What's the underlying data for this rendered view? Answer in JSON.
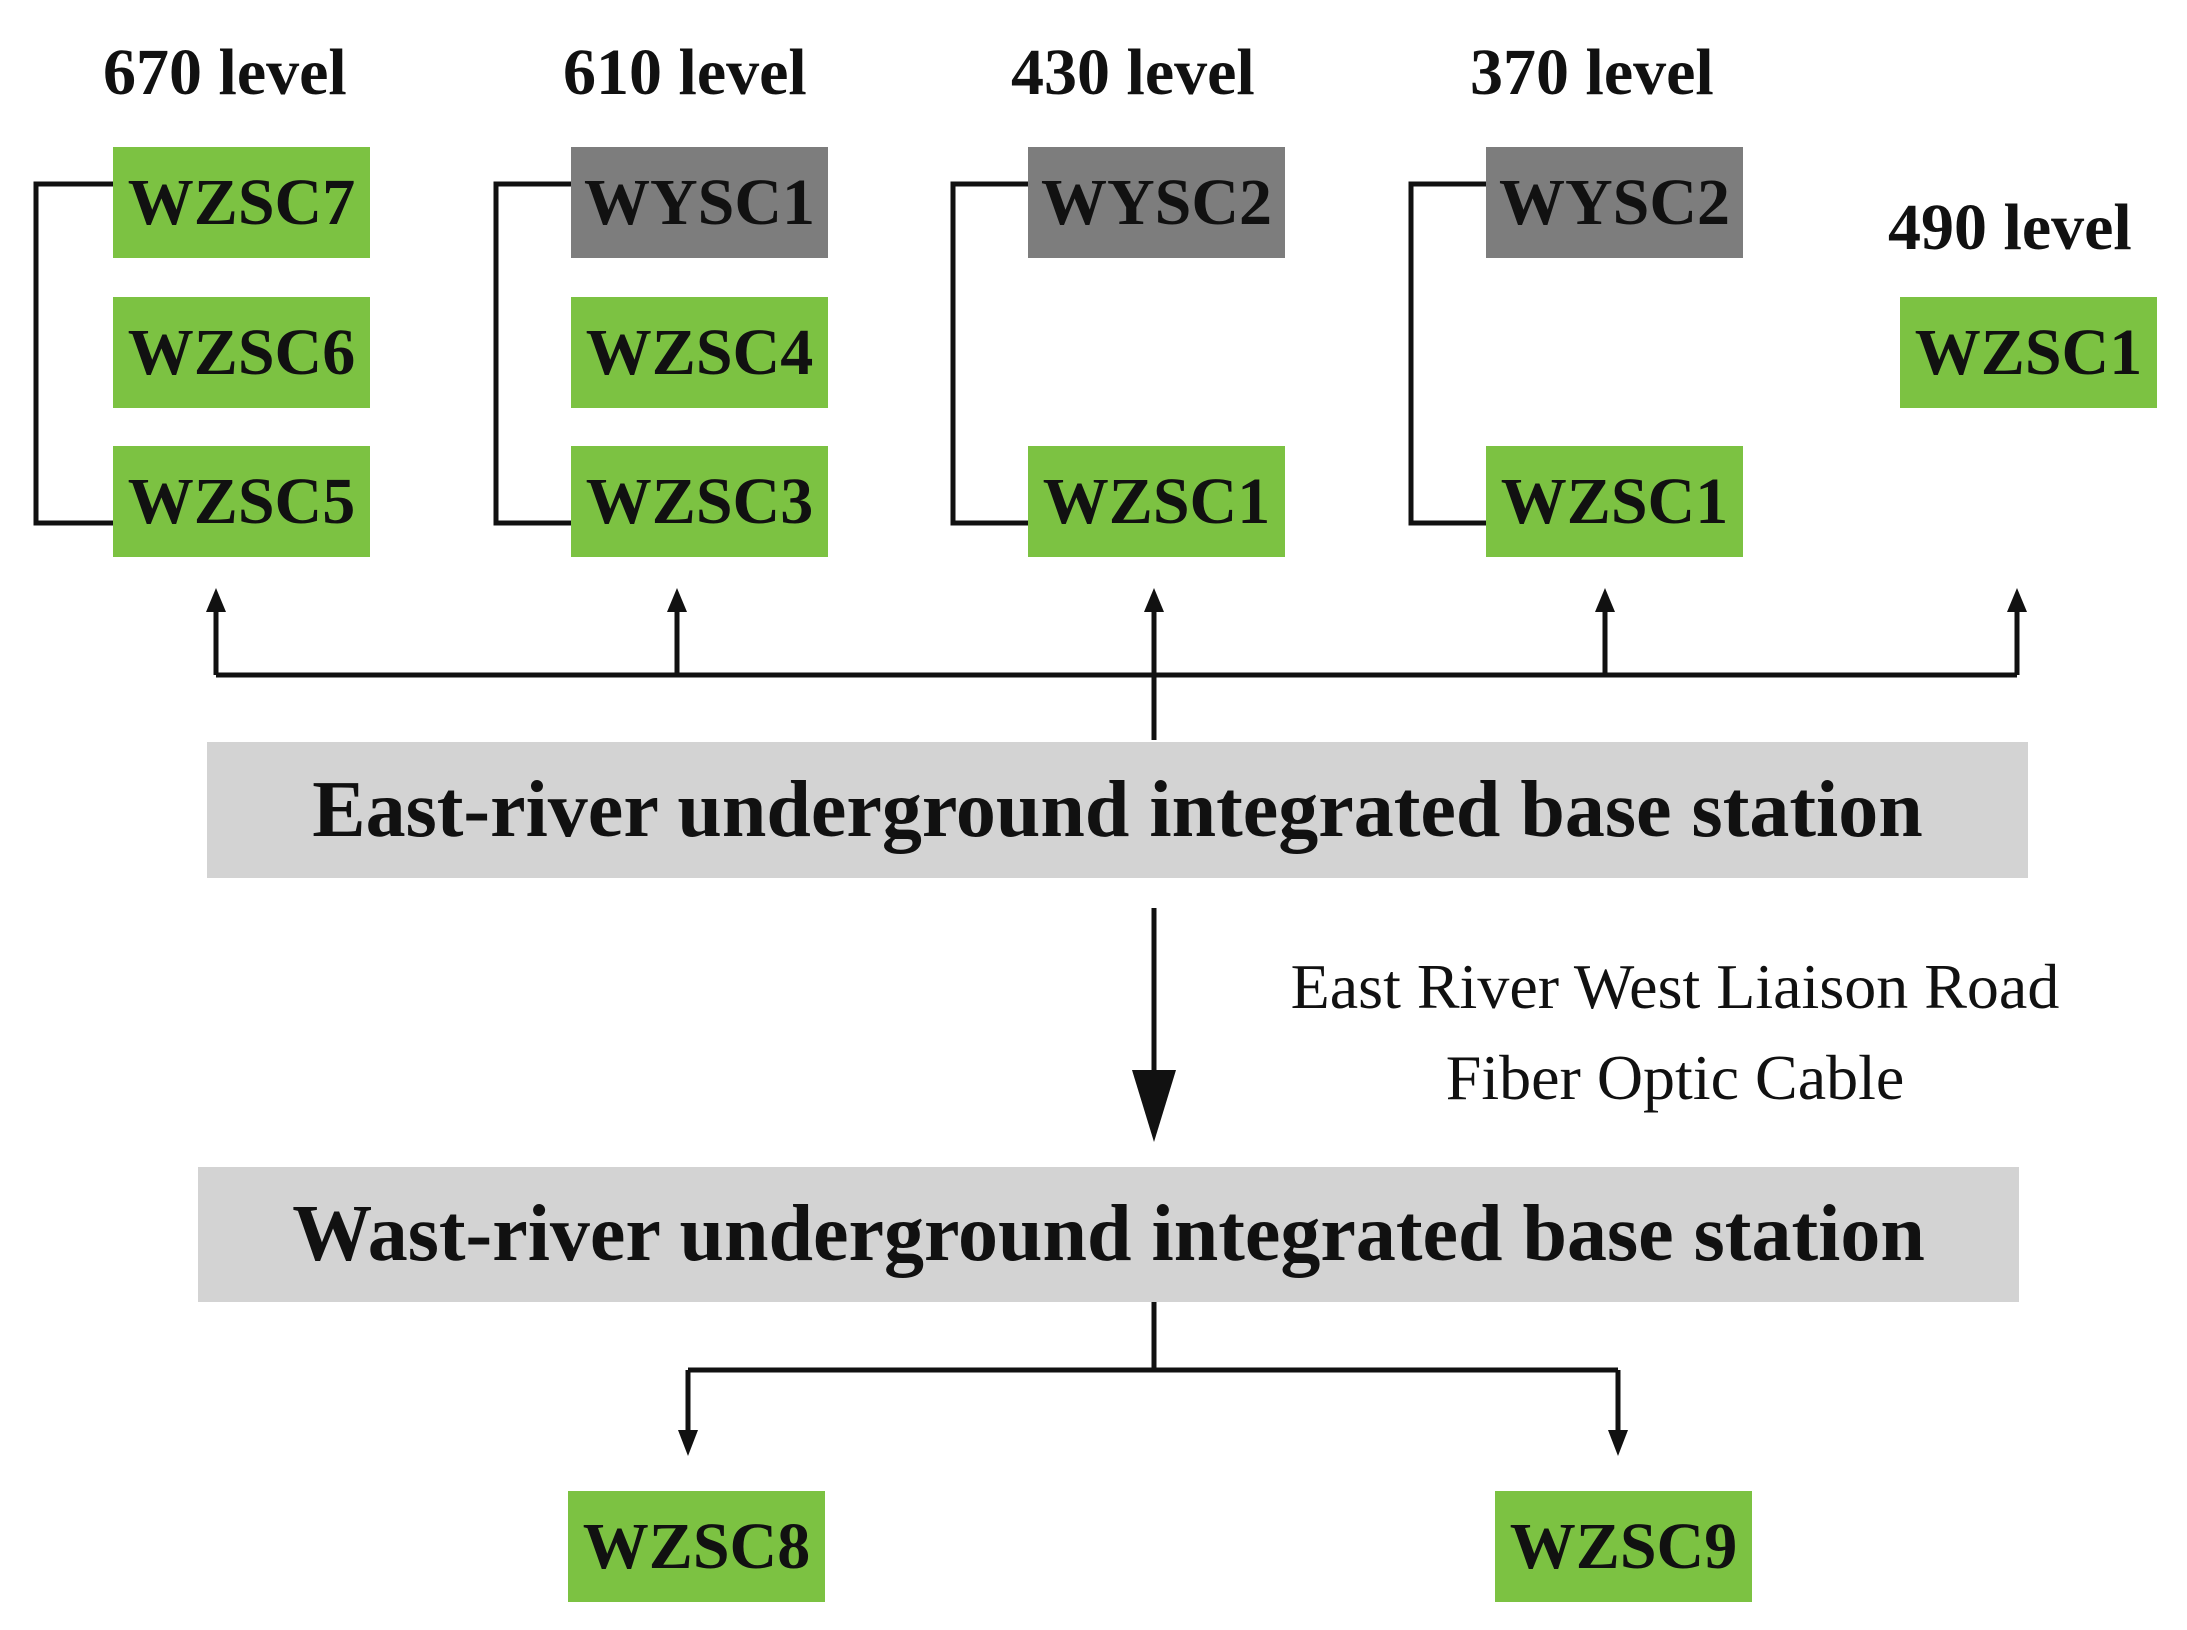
{
  "levels": {
    "l670": "670 level",
    "l610": "610 level",
    "l430": "430 level",
    "l370": "370 level",
    "l490": "490 level"
  },
  "stations": {
    "c670": [
      "WZSC7",
      "WZSC6",
      "WZSC5"
    ],
    "c610": [
      "WYSC1",
      "WZSC4",
      "WZSC3"
    ],
    "c430": [
      "WYSC2",
      "WZSC1"
    ],
    "c370": [
      "WYSC2",
      "WZSC1"
    ],
    "c490": [
      "WZSC1"
    ]
  },
  "east_station": "East-river underground integrated base station",
  "west_station": "Wast-river underground integrated base station",
  "cable_label": {
    "line1": "East River West Liaison Road",
    "line2": "Fiber Optic Cable"
  },
  "bottom": [
    "WZSC8",
    "WZSC9"
  ],
  "colors": {
    "green_box": "#7cc242",
    "gray_box": "#7d7d7d",
    "station_bg": "#d3d3d3",
    "line": "#111111"
  }
}
